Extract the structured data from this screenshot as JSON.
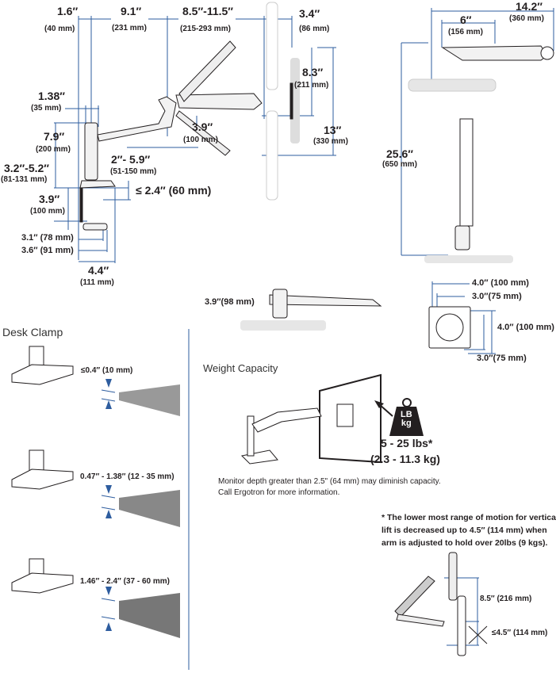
{
  "colors": {
    "dimension_line": "#2e5d9f",
    "text": "#231f20",
    "part_fill": "#e6e6e6",
    "weight_icon": "#231f20"
  },
  "side_view": {
    "d1": {
      "in": "1.6″",
      "mm": "(40 mm)"
    },
    "d2": {
      "in": "9.1″",
      "mm": "(231 mm)"
    },
    "d3": {
      "in": "8.5″-11.5″",
      "mm": "(215-293 mm)"
    },
    "d4": {
      "in": "3.4″",
      "mm": "(86 mm)"
    },
    "d5": {
      "in": "8.3″",
      "mm": "(211 mm)"
    },
    "d6": {
      "in": "1.38″",
      "mm": "(35 mm)"
    },
    "d7": {
      "in": "3.9″",
      "mm": "(100 mm)"
    },
    "d8": {
      "in": "7.9″",
      "mm": "(200 mm)"
    },
    "d9": {
      "in": "13″",
      "mm": "(330 mm)"
    },
    "d10": {
      "in": "2″- 5.9″",
      "mm": "(51-150 mm)"
    },
    "d11": {
      "in": "3.2″-5.2″",
      "mm": "(81-131 mm)"
    },
    "d12": {
      "label": "≤ 2.4″ (60 mm)"
    },
    "d13": {
      "in": "3.9″",
      "mm": "(100 mm)"
    },
    "d14": {
      "label": "3.1″ (78 mm)"
    },
    "d15": {
      "label": "3.6″ (91 mm)"
    },
    "d16": {
      "in": "4.4″",
      "mm": "(111 mm)"
    }
  },
  "front_view": {
    "width": {
      "in": "14.2″",
      "mm": "(360 mm)"
    },
    "tray": {
      "in": "6″",
      "mm": "(156 mm)"
    },
    "height": {
      "in": "25.6″",
      "mm": "(650 mm)"
    },
    "low_profile": {
      "label": "3.9″(98 mm)"
    }
  },
  "vesa": {
    "top_outer": "4.0″ (100 mm)",
    "top_inner": "3.0″(75 mm)",
    "side_outer": "4.0″ (100 mm)",
    "bottom_inner": "3.0″(75 mm)"
  },
  "desk_clamp": {
    "title": "Desk Clamp",
    "ranges": [
      "≤0.4″ (10 mm)",
      "0.47″ - 1.38″ (12 - 35 mm)",
      "1.46″ - 2.4″ (37 - 60 mm)"
    ]
  },
  "weight": {
    "title": "Weight Capacity",
    "icon_line1": "LB",
    "icon_line2": "kg",
    "lbs": "5 - 25 lbs*",
    "kg": "(2.3 - 11.3 kg)",
    "note_line1": "Monitor depth greater than 2.5\" (64 mm) may diminish capacity.",
    "note_line2": "Call Ergotron for more information."
  },
  "footnote": {
    "line1": "* The lower most range of motion for vertical",
    "line2": "lift is decreased up to 4.5″ (114 mm)  when",
    "line3": "arm is adjusted to hold over 20lbs (9 kgs).",
    "range": "8.5″ (216 mm)",
    "reduced": "≤4.5″ (114 mm)"
  }
}
